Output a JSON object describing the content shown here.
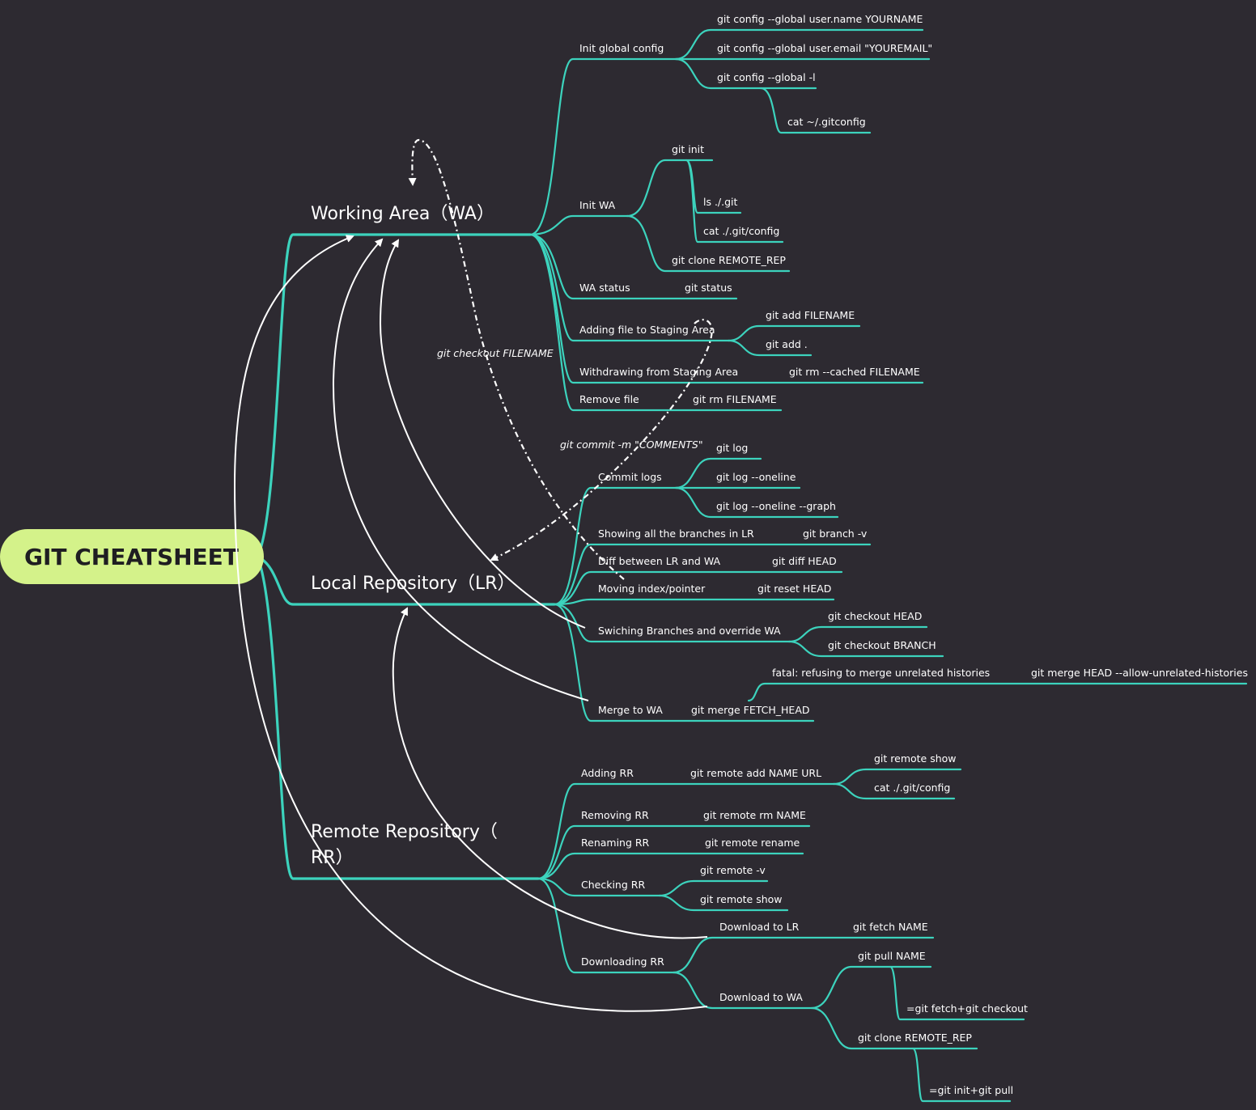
{
  "root": {
    "title": "GIT CHEATSHEET"
  },
  "branches": {
    "wa": {
      "line1": "Working Area（WA）"
    },
    "lr": {
      "line1": "Local Repository（LR）"
    },
    "rr": {
      "line1": "Remote Repository（",
      "line2": "RR）"
    }
  },
  "wa": {
    "init_global": {
      "label": "Init global config",
      "cmd_name": "git config --global user.name YOURNAME",
      "cmd_email": "git config --global user.email \"YOUREMAIL\"",
      "cmd_list": "git config --global -l",
      "cmd_cat": "cat ~/.gitconfig"
    },
    "init_wa": {
      "label": "Init WA",
      "cmd_init": "git init",
      "cmd_ls": "ls ./.git",
      "cmd_cat": "cat ./.git/config",
      "cmd_clone": "git clone REMOTE_REP"
    },
    "status": {
      "label": "WA status",
      "cmd": "git status"
    },
    "staging": {
      "label": "Adding file to Staging Area",
      "cmd_add": "git add FILENAME",
      "cmd_add_all": "git add ."
    },
    "withdraw": {
      "label": "Withdrawing from Staging Area",
      "cmd": "git rm --cached FILENAME"
    },
    "remove": {
      "label": "Remove file",
      "cmd": "git rm FILENAME"
    }
  },
  "lr": {
    "commit_logs": {
      "label": "Commit logs",
      "cmd_log": "git log",
      "cmd_oneline": "git log --oneline",
      "cmd_graph": "git log --oneline --graph"
    },
    "branches": {
      "label": "Showing all the branches in LR",
      "cmd": "git branch -v"
    },
    "diff": {
      "label": "Diff between LR and WA",
      "cmd": "git diff HEAD"
    },
    "reset": {
      "label": "Moving index/pointer",
      "cmd": "git reset HEAD"
    },
    "switch": {
      "label": "Swiching Branches and override WA",
      "cmd_head": "git checkout HEAD",
      "cmd_branch": "git checkout BRANCH"
    },
    "merge": {
      "label": "Merge to WA",
      "cmd": "git merge FETCH_HEAD",
      "fatal": "fatal: refusing to merge unrelated histories",
      "fix": "git merge HEAD --allow-unrelated-histories"
    }
  },
  "rr": {
    "adding": {
      "label": "Adding RR",
      "cmd": "git remote add NAME URL",
      "cmd_show": "git remote show",
      "cmd_cat": "cat ./.git/config"
    },
    "removing": {
      "label": "Removing RR",
      "cmd": "git remote rm NAME"
    },
    "renaming": {
      "label": "Renaming RR",
      "cmd": "git remote rename"
    },
    "checking": {
      "label": "Checking RR",
      "cmd_v": "git remote -v",
      "cmd_show": "git remote show"
    },
    "downloading": {
      "label": "Downloading RR",
      "to_lr": {
        "label": "Download to LR",
        "cmd": "git fetch NAME"
      },
      "to_wa": {
        "label": "Download to WA",
        "cmd_pull": "git pull NAME",
        "eq_pull": "=git fetch+git checkout",
        "cmd_clone": "git clone REMOTE_REP",
        "eq_clone": "=git init+git pull"
      }
    }
  },
  "notes": {
    "checkout": "git checkout FILENAME",
    "commit": "git commit -m \"COMMENTS\""
  },
  "colors": {
    "background": "#2d2a31",
    "line": "#3cd3bd",
    "root_fill": "#d4f28a",
    "text": "#ffffff"
  }
}
